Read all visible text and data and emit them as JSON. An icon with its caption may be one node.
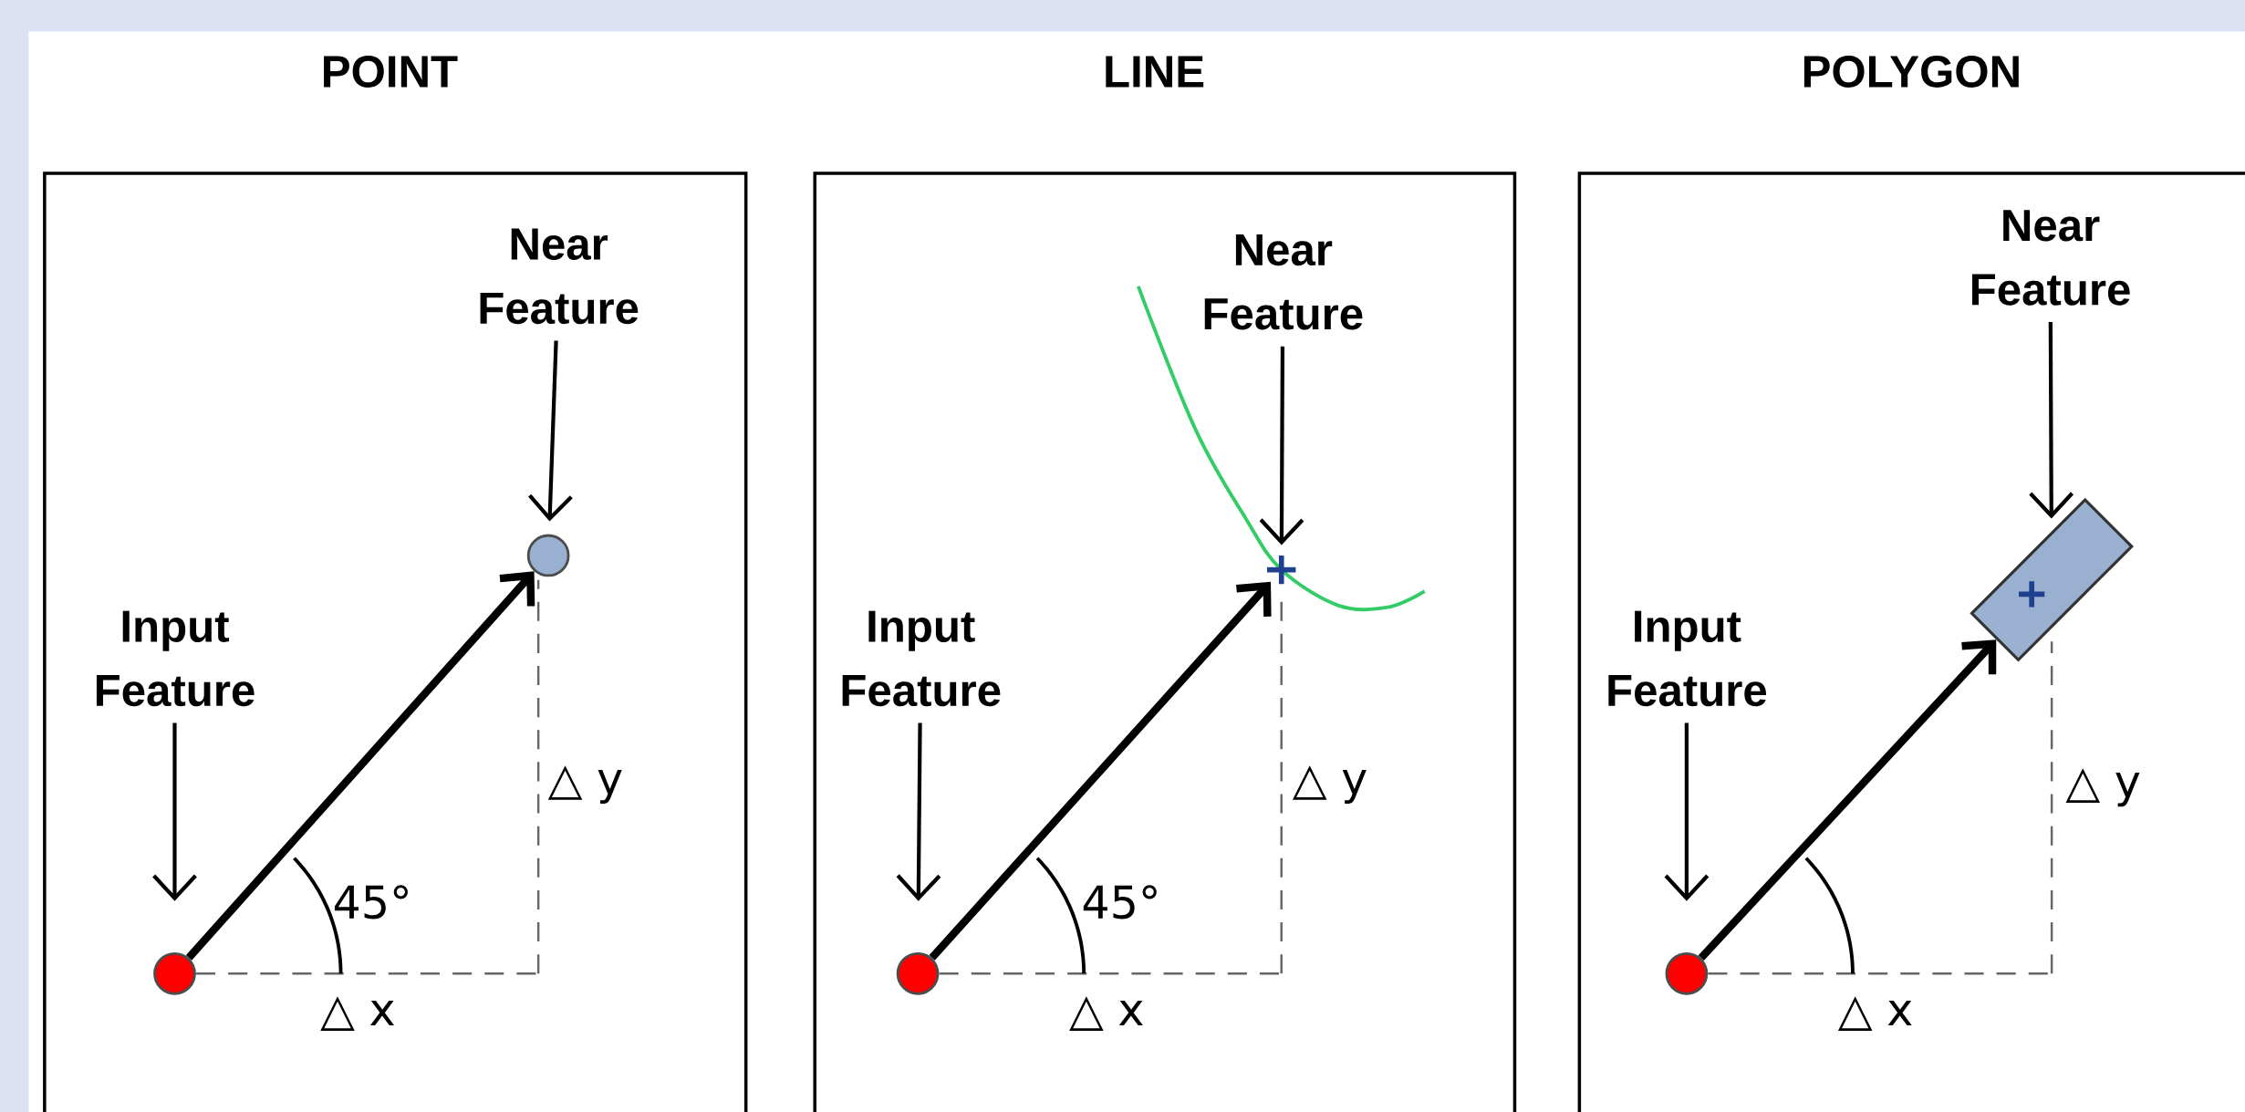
{
  "diagram": {
    "nodes": [
      {
        "text": [
          "POINT"
        ]
      },
      {
        "text": [
          "Near Feature"
        ],
        "in": 0
      },
      {
        "text": [],
        "shape": "circle",
        "in": 0
      },
      {
        "text": [
          "Input Feature"
        ],
        "in": 0
      },
      {
        "text": [],
        "shape": "circle",
        "in": 0
      },
      {
        "text": [
          "LINE"
        ]
      },
      {
        "text": [
          "Near Feature"
        ],
        "in": 5
      },
      {
        "text": [],
        "shape": "cross",
        "in": 5
      },
      {
        "text": [
          "Input Feature"
        ],
        "in": 5
      },
      {
        "text": [],
        "shape": "circle",
        "in": 5
      },
      {
        "text": [
          "POLYGON"
        ]
      },
      {
        "text": [
          "Near Feature"
        ],
        "in": 10
      },
      {
        "text": [],
        "shape": "box",
        "in": 10
      },
      {
        "text": [
          "Input Feature"
        ],
        "in": 10
      },
      {
        "text": [],
        "shape": "circle",
        "in": 10
      }
    ],
    "edges": [
      {
        "from": 1,
        "to": 2,
        "arrow": "to"
      },
      {
        "from": 3,
        "to": 4,
        "arrow": "to"
      },
      {
        "from": 4,
        "to": 2,
        "arrow": "to",
        "style": "thick"
      },
      {
        "from": 6,
        "to": 7,
        "arrow": "to"
      },
      {
        "from": 8,
        "to": 9,
        "arrow": "to"
      },
      {
        "from": 9,
        "to": 7,
        "arrow": "to",
        "style": "thick"
      },
      {
        "from": 11,
        "to": 12,
        "arrow": "to"
      },
      {
        "from": 13,
        "to": 14,
        "arrow": "to"
      },
      {
        "from": 14,
        "to": 12,
        "arrow": "to",
        "style": "thick"
      }
    ],
    "labels": [
      "△ y",
      "45°",
      "△ x",
      "△ y",
      "45°",
      "△ x",
      "△ y",
      "△ x"
    ]
  }
}
